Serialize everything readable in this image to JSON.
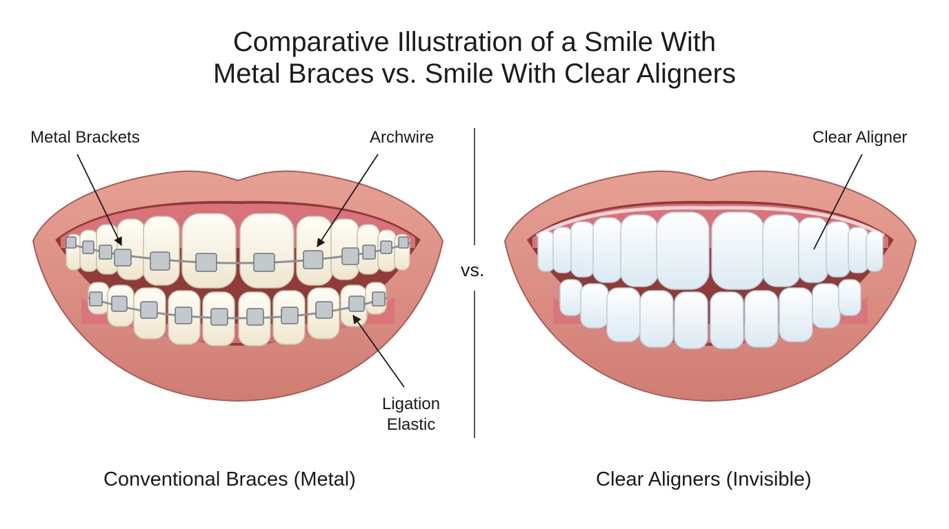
{
  "title": {
    "line1": "Comparative Illustration of a Smile With",
    "line2": "Metal Braces vs. Smile With Clear Aligners"
  },
  "left": {
    "labels": {
      "metal_brackets": "Metal Brackets",
      "archwire": "Archwire",
      "ligation_elastic_line1": "Ligation",
      "ligation_elastic_line2": "Elastic"
    },
    "caption": "Conventional Braces (Metal)"
  },
  "center": {
    "vs": "vs."
  },
  "right": {
    "labels": {
      "clear_aligner": "Clear Aligner"
    },
    "caption": "Clear Aligners (Invisible)"
  },
  "colors": {
    "lip": "#d98a80",
    "lip_shadow": "#b86a63",
    "mouth_interior": "#8e3b39",
    "gum": "#d9737a",
    "tooth": "#f6f1e3",
    "aligner_tooth": "#e9f2f7",
    "metal": "#9aa1a8",
    "divider": "#555555"
  }
}
